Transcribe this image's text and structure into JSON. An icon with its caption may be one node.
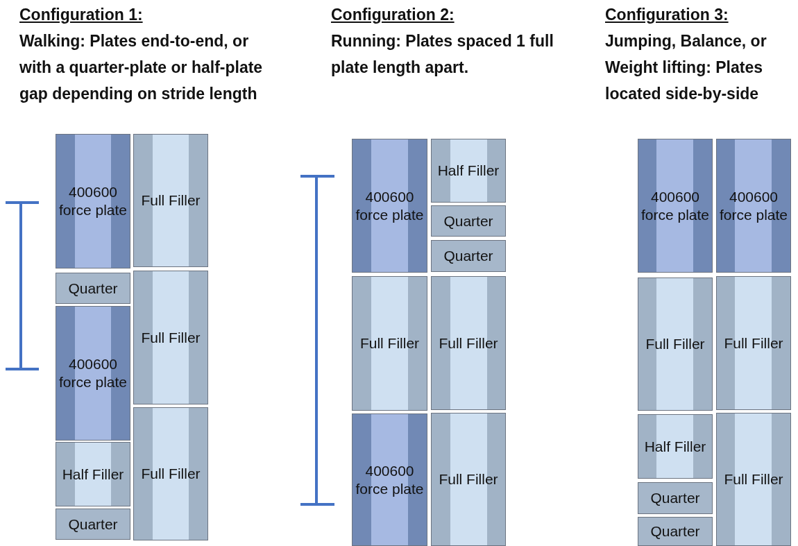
{
  "diagram": {
    "nodes": [
      {
        "text": [
          "400600 force plate"
        ]
      },
      {
        "text": [
          "Quarter"
        ]
      },
      {
        "text": [
          "400600 force plate"
        ]
      },
      {
        "text": [
          "Half Filler"
        ]
      },
      {
        "text": [
          "Quarter"
        ]
      },
      {
        "text": [
          "Full Filler"
        ]
      },
      {
        "text": [
          "Full Filler"
        ]
      },
      {
        "text": [
          "Full Filler"
        ]
      },
      {
        "text": [
          "400600 force plate"
        ]
      },
      {
        "text": [
          "Full Filler"
        ]
      },
      {
        "text": [
          "400600 force plate"
        ]
      },
      {
        "text": [
          "Half Filler"
        ]
      },
      {
        "text": [
          "Quarter"
        ]
      },
      {
        "text": [
          "Quarter"
        ]
      },
      {
        "text": [
          "Full Filler"
        ]
      },
      {
        "text": [
          "Full Filler"
        ]
      },
      {
        "text": [
          "400600 force plate"
        ]
      },
      {
        "text": [
          "Full Filler"
        ]
      },
      {
        "text": [
          "Half Filler"
        ]
      },
      {
        "text": [
          "Quarter"
        ]
      },
      {
        "text": [
          "Quarter"
        ]
      },
      {
        "text": [
          "400600 force plate"
        ]
      },
      {
        "text": [
          "Full Filler"
        ]
      },
      {
        "text": [
          "Full Filler"
        ]
      }
    ],
    "labels": [
      "Configuration 1:",
      "Walking: Plates end-to-end, or with a quarter-plate or half-plate gap depending on stride length",
      "Configuration 2:",
      "Running: Plates spaced 1 full plate length apart.",
      "Configuration 3:",
      "Jumping, Balance, or Weight lifting: Plates located side-by-side"
    ]
  }
}
